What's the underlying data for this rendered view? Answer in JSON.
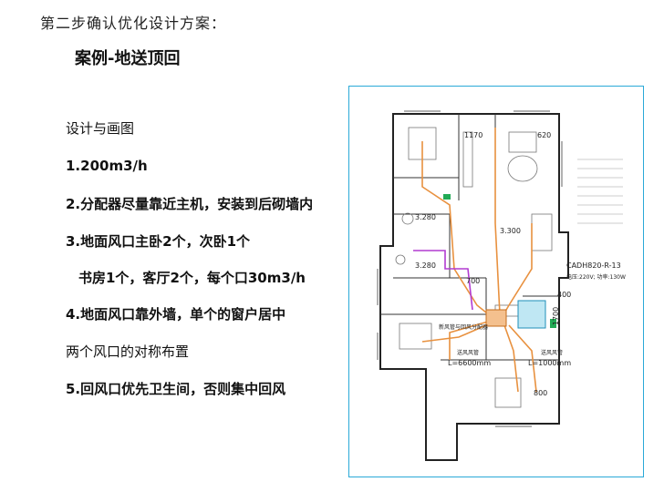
{
  "header": {
    "step_title": "第二步确认优化设计方案：",
    "case_title": "案例-地送顶回"
  },
  "design_points": [
    "设计与画图",
    "1.200m3/h",
    "2.分配器尽量靠近主机，安装到后砌墙内",
    "3.地面风口主卧2个，次卧1个",
    "书房1个，客厅2个，每个口30m3/h",
    "4.地面风口靠外墙，单个的窗户居中",
    "两个风口的对称布置",
    "5.回风口优先卫生间，否则集中回风"
  ],
  "floor_plan": {
    "dims": {
      "d1170": "1170",
      "d620": "620",
      "d700": "700",
      "d400": "400",
      "d800": "800",
      "d1700": "1700",
      "d3280a": "3.280",
      "d3280b": "3.280",
      "d3300": "3.300"
    },
    "equipment": {
      "model": "CADH820-R-13",
      "spec": "电压:220V; 功率:130W"
    },
    "duct_notes": {
      "distributor": "新风管与回风分配器",
      "supply_left": "送风风管",
      "length_left": "L=6600mm",
      "supply_right": "送风风管",
      "length_right": "L=1000mm"
    },
    "colors": {
      "frame": "#2aa9d8",
      "wall": "#222222",
      "duct": "#e8913f",
      "return": "#b23bd1",
      "vent": "#22aa55"
    }
  }
}
